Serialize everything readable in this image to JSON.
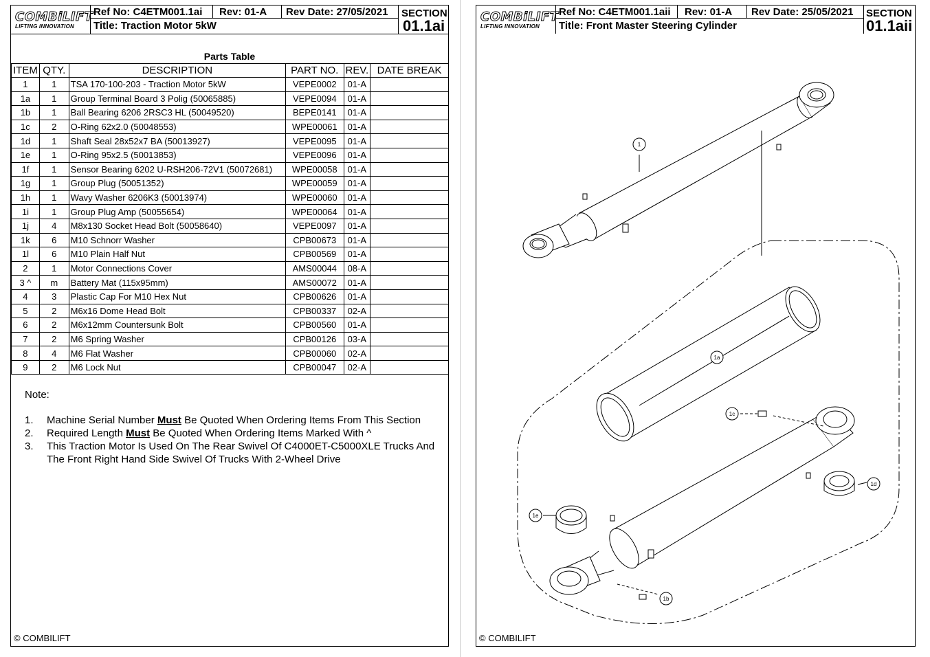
{
  "left": {
    "brand": "COMBiLIFT",
    "tagline": "LIFTING INNOVATION",
    "ref": "Ref No: C4ETM001.1ai",
    "rev": "Rev: 01-A",
    "rev_date": "Rev Date: 27/05/2021",
    "title": "Title: Traction Motor 5kW",
    "section_label": "SECTION",
    "section_number": "01.1ai",
    "table_title": "Parts Table",
    "columns": [
      "ITEM",
      "QTY.",
      "DESCRIPTION",
      "PART NO.",
      "REV.",
      "DATE BREAK"
    ],
    "rows": [
      [
        "1",
        "1",
        "TSA 170-100-203 - Traction Motor 5kW",
        "VEPE0002",
        "01-A",
        ""
      ],
      [
        "1a",
        "1",
        "Group Terminal Board 3 Polig (50065885)",
        "VEPE0094",
        "01-A",
        ""
      ],
      [
        "1b",
        "1",
        "Ball Bearing 6206 2RSC3 HL (50049520)",
        "BEPE0141",
        "01-A",
        ""
      ],
      [
        "1c",
        "2",
        "O-Ring 62x2.0 (50048553)",
        "WPE00061",
        "01-A",
        ""
      ],
      [
        "1d",
        "1",
        "Shaft Seal 28x52x7 BA (50013927)",
        "VEPE0095",
        "01-A",
        ""
      ],
      [
        "1e",
        "1",
        "O-Ring 95x2.5 (50013853)",
        "VEPE0096",
        "01-A",
        ""
      ],
      [
        "1f",
        "1",
        "Sensor Bearing 6202 U-RSH206-72V1 (50072681)",
        "WPE00058",
        "01-A",
        ""
      ],
      [
        "1g",
        "1",
        "Group Plug (50051352)",
        "WPE00059",
        "01-A",
        ""
      ],
      [
        "1h",
        "1",
        "Wavy Washer 6206K3 (50013974)",
        "WPE00060",
        "01-A",
        ""
      ],
      [
        "1i",
        "1",
        "Group Plug Amp (50055654)",
        "WPE00064",
        "01-A",
        ""
      ],
      [
        "1j",
        "4",
        "M8x130 Socket Head Bolt (50058640)",
        "VEPE0097",
        "01-A",
        ""
      ],
      [
        "1k",
        "6",
        "M10 Schnorr Washer",
        "CPB00673",
        "01-A",
        ""
      ],
      [
        "1l",
        "6",
        "M10 Plain Half Nut",
        "CPB00569",
        "01-A",
        ""
      ],
      [
        "2",
        "1",
        "Motor Connections Cover",
        "AMS00044",
        "08-A",
        ""
      ],
      [
        "3 ^",
        "m",
        "Battery Mat (115x95mm)",
        "AMS00072",
        "01-A",
        ""
      ],
      [
        "4",
        "3",
        "Plastic Cap For M10 Hex Nut",
        "CPB00626",
        "01-A",
        ""
      ],
      [
        "5",
        "2",
        "M6x16 Dome Head Bolt",
        "CPB00337",
        "02-A",
        ""
      ],
      [
        "6",
        "2",
        "M6x12mm Countersunk Bolt",
        "CPB00560",
        "01-A",
        ""
      ],
      [
        "7",
        "2",
        "M6 Spring Washer",
        "CPB00126",
        "03-A",
        ""
      ],
      [
        "8",
        "4",
        "M6 Flat Washer",
        "CPB00060",
        "02-A",
        ""
      ],
      [
        "9",
        "2",
        "M6 Lock Nut",
        "CPB00047",
        "02-A",
        ""
      ]
    ],
    "note_heading": "Note:",
    "notes": [
      {
        "num": "1.",
        "pre": "Machine Serial Number ",
        "emph": "Must",
        "post": " Be Quoted When Ordering Items From This Section"
      },
      {
        "num": "2.",
        "pre": "Required Length ",
        "emph": "Must",
        "post": " Be Quoted When Ordering Items Marked With ^"
      },
      {
        "num": "3.",
        "pre": "This Traction Motor Is Used On The Rear Swivel Of C4000ET-C5000XLE Trucks And The Front Right Hand Side Swivel Of Trucks With 2-Wheel Drive",
        "emph": "",
        "post": ""
      }
    ],
    "copyright": "© COMBILIFT"
  },
  "right": {
    "brand": "COMBiLIFT",
    "tagline": "LIFTING INNOVATION",
    "ref": "Ref No: C4ETM001.1aii",
    "rev": "Rev: 01-A",
    "rev_date": "Rev Date: 25/05/2021",
    "title": "Title: Front Master Steering Cylinder",
    "section_label": "SECTION",
    "section_number": "01.1aii",
    "callouts": [
      "1",
      "1a",
      "1c",
      "1d",
      "1e",
      "1b"
    ],
    "copyright": "© COMBILIFT"
  }
}
